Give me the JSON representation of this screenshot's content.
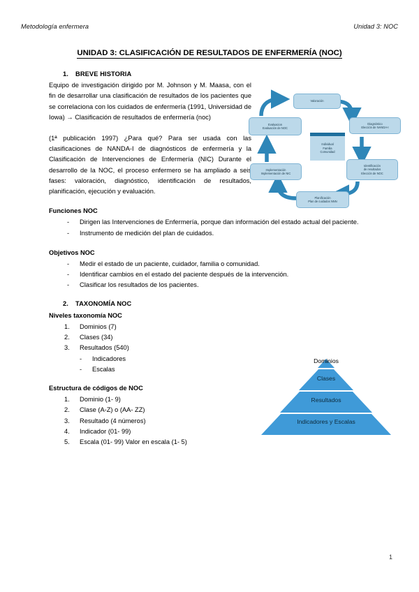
{
  "header": {
    "left": "Metodología enfermera",
    "right": "Unidad 3: NOC"
  },
  "title": "UNIDAD 3: CLASIFICACIÓN DE RESULTADOS DE ENFERMERÍA (NOC)",
  "sections": {
    "s1": {
      "number": "1.",
      "heading": "BREVE HISTORIA",
      "para1": "Equipo de investigación dirigido por M. Johnson y M. Maasa, con el fin de desarrollar una clasificación de resultados de los pacientes que se correlaciona con los cuidados de enfermería (1991, Universidad de Iowa) → Clasificación de resultados de enfermería (noc)",
      "para2": "(1ª publicación 1997) ¿Para qué? Para ser usada con las clasificaciones de NANDA-I de diagnósticos de enfermería y la Clasificación de Intervenciones de Enfermería (NIC) Durante el desarrollo de la NOC, el proceso enfermero se ha ampliado a seis fases: valoración, diagnóstico, identificación de resultados, planificación, ejecución y evaluación."
    },
    "funciones": {
      "heading": "Funciones NOC",
      "items": [
        "Dirigen las Intervenciones de Enfermería, porque dan información del estado actual del paciente.",
        "Instrumento de medición del plan de cuidados."
      ]
    },
    "objetivos": {
      "heading": "Objetivos NOC",
      "items": [
        "Medir el estado de un paciente, cuidador, familia o comunidad.",
        "Identificar cambios en el estado del paciente después de la intervención.",
        "Clasificar los resultados de los pacientes."
      ]
    },
    "s2": {
      "number": "2.",
      "heading": "TAXONOMÍA NOC"
    },
    "niveles": {
      "heading": "Niveles taxonomía NOC",
      "items": [
        {
          "n": "1.",
          "text": "Dominios (7)"
        },
        {
          "n": "2.",
          "text": "Clases (34)"
        },
        {
          "n": "3.",
          "text": "Resultados (540)"
        }
      ],
      "subitems": [
        "Indicadores",
        "Escalas"
      ]
    },
    "estructura": {
      "heading": "Estructura de códigos de NOC",
      "items": [
        {
          "n": "1.",
          "text": "Dominio (1- 9)"
        },
        {
          "n": "2.",
          "text": "Clase (A-Z) o (AA- ZZ)"
        },
        {
          "n": "3.",
          "text": "Resultado (4 números)"
        },
        {
          "n": "4.",
          "text": "Indicador (01- 99)"
        },
        {
          "n": "5.",
          "text": "Escala (01- 99) Valor en escala (1- 5)"
        }
      ]
    }
  },
  "process_diagram": {
    "nodes": {
      "valoracion": [
        "Valoración"
      ],
      "diagnostico": [
        "Diagnóstico",
        "Elección de NANDA-I"
      ],
      "identificacion": [
        "Identificación",
        "de resultados",
        "Elección de NOC"
      ],
      "planificacion": [
        "Planificación",
        "Plan de cuidados NNN"
      ],
      "implementacion": [
        "Implementación",
        "Implementación de NIC"
      ],
      "evaluacion": [
        "Evaluacion",
        "Evaluación de NOC"
      ],
      "centro": [
        "Individual",
        "Familia",
        "Comunidad"
      ]
    },
    "colors": {
      "box_fill": "#bcd9ea",
      "box_border": "#7fb4d4",
      "arrow": "#2e86b8",
      "center_bar": "#1f6f9e"
    }
  },
  "pyramid": {
    "levels": [
      {
        "label": "Dominios"
      },
      {
        "label": "Clases"
      },
      {
        "label": "Resultados"
      },
      {
        "label": "Indicadores y Escalas"
      }
    ],
    "color": "#3f9ad8"
  },
  "page_number": "1"
}
